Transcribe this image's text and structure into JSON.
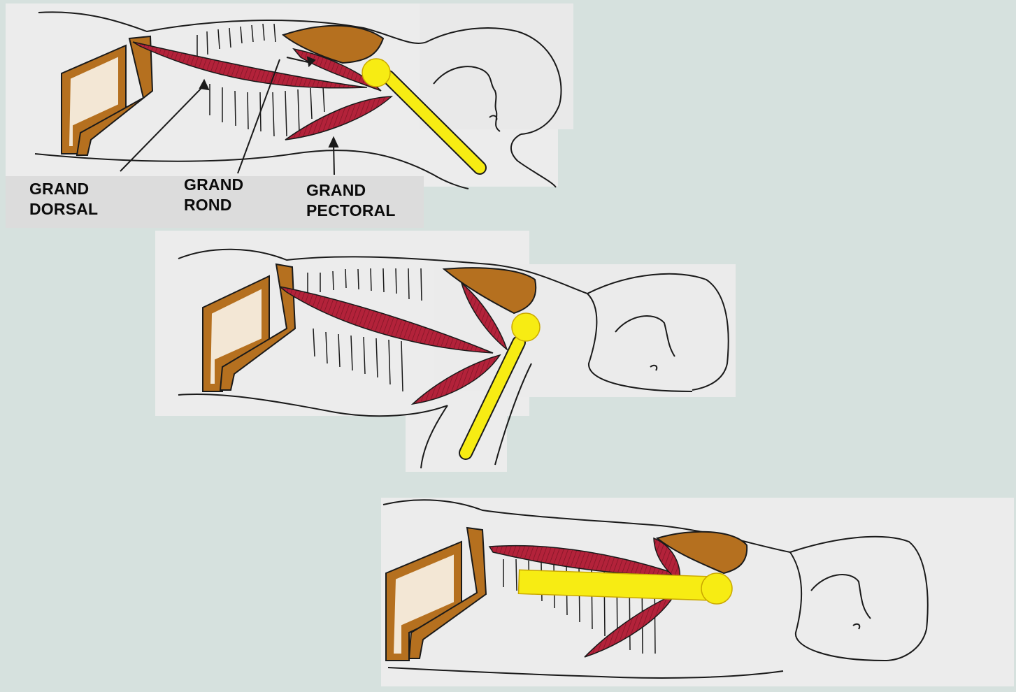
{
  "labels": {
    "grand_dorsal": {
      "line1": "GRAND",
      "line2": "DORSAL"
    },
    "grand_rond": {
      "line1": "GRAND",
      "line2": "ROND"
    },
    "grand_pectoral": {
      "line1": "GRAND",
      "line2": "PECTORAL"
    }
  },
  "colors": {
    "background": "#d6e1de",
    "paper": "#ececec",
    "muscle": "#b3223a",
    "bone": "#b5701f",
    "arm": "#f7ec13",
    "ink": "#1a1a1a"
  }
}
